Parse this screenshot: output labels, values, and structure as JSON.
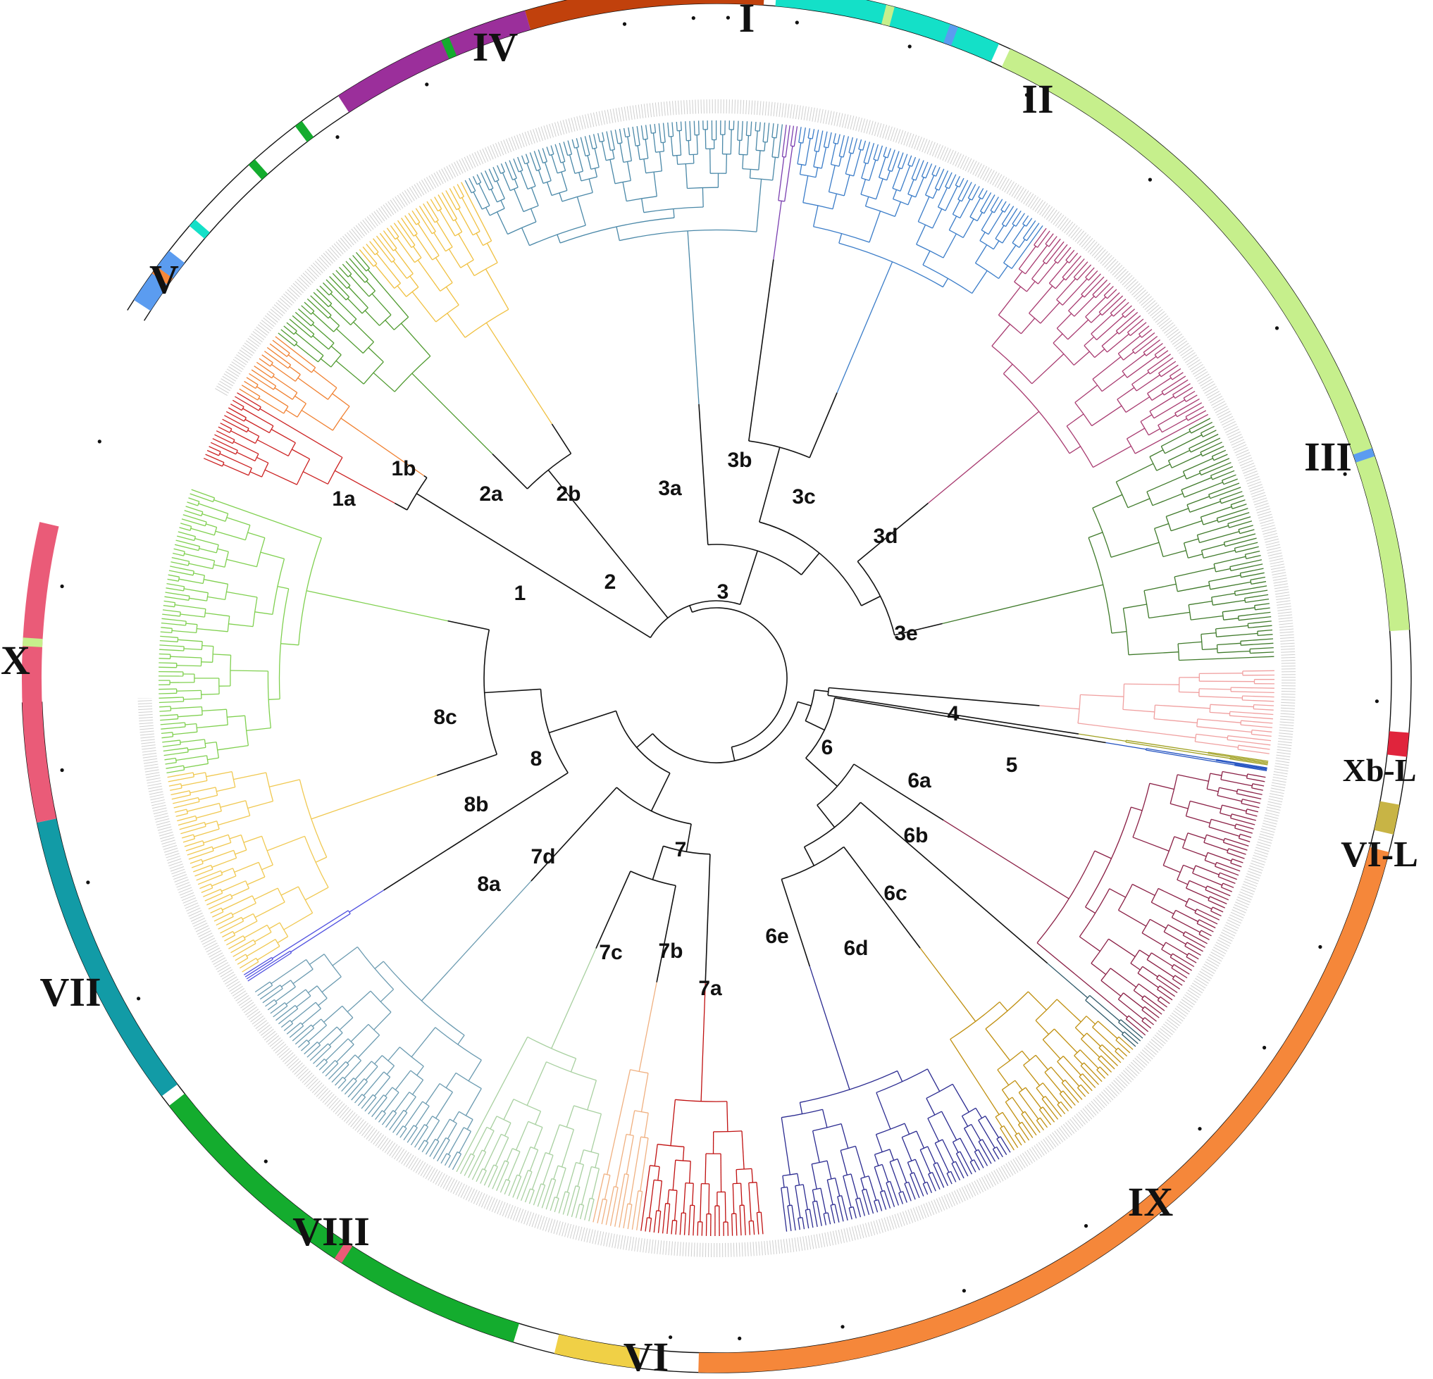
{
  "colors": {
    "ring_I": "#c1410c",
    "ring_II": "#14e0c8",
    "ring_III": "#c6ef8c",
    "ring_IV": "#9b2f9b",
    "ring_V": "#5b9cf0",
    "ring_VI": "#f0d046",
    "ring_VII": "#129ba6",
    "ring_VIII": "#14ac2e",
    "ring_IX": "#f5873a",
    "ring_X": "#ea5b78",
    "ring_VI_L": "#c8b445",
    "ring_Xb_L": "#e0243c",
    "clade_1a": "#cc2222",
    "clade_1b": "#f08030",
    "clade_2a": "#4f9a2f",
    "clade_2b": "#f0c040",
    "clade_3a": "#4a88a8",
    "clade_3b": "#7a3fb0",
    "clade_3c": "#3a7cc8",
    "clade_3d": "#a83a70",
    "clade_3e": "#3f7a2a",
    "clade_4": "#f0a0a0",
    "clade_5": "#a0a020",
    "clade_6a": "#2050c0",
    "clade_6b": "#8a1f45",
    "clade_6c": "#305a6a",
    "clade_6d": "#c09010",
    "clade_6e": "#2a2a90",
    "clade_7a": "#c01010",
    "clade_7b": "#f0b080",
    "clade_7c": "#a8d0a0",
    "clade_7d": "#6a9ab0",
    "clade_8a": "#5050e0",
    "clade_8b": "#f0c850",
    "clade_8c": "#80d050",
    "backbone": "#111111"
  },
  "ring_labels": [
    "I",
    "II",
    "III",
    "IV",
    "V",
    "VI",
    "VII",
    "VIII",
    "IX",
    "X",
    "Xb-L",
    "VI-L"
  ],
  "clade_labels": [
    "1",
    "1a",
    "1b",
    "2",
    "2a",
    "2b",
    "3",
    "3a",
    "3b",
    "3c",
    "3d",
    "3e",
    "4",
    "5",
    "6",
    "6a",
    "6b",
    "6c",
    "6d",
    "6e",
    "7",
    "7a",
    "7b",
    "7c",
    "7d",
    "8",
    "8a",
    "8b",
    "8c"
  ]
}
